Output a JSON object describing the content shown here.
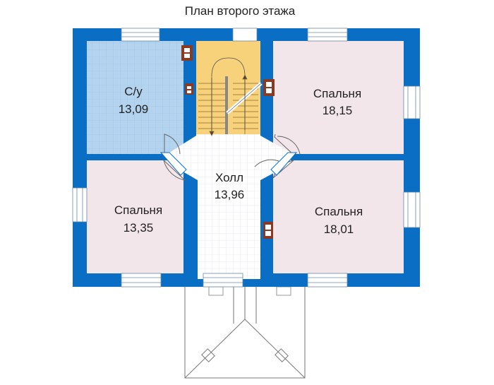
{
  "title": "План второго этажа",
  "rooms": {
    "bathroom": {
      "name": "С/у",
      "area": "13,09"
    },
    "bedroom_top_right": {
      "name": "Спальня",
      "area": "18,15"
    },
    "hall": {
      "name": "Холл",
      "area": "13,96"
    },
    "bedroom_bottom_left": {
      "name": "Спальня",
      "area": "13,35"
    },
    "bedroom_bottom_right": {
      "name": "Спальня",
      "area": "18,01"
    }
  },
  "colors": {
    "wall": "#0a6fc4",
    "bathroom_floor": "#b3d3ee",
    "bedroom_floor": "#f3e6ea",
    "hall_floor": "#ffffff",
    "stair_fill": "#f7d27a",
    "chimney": "#8a3a20"
  }
}
